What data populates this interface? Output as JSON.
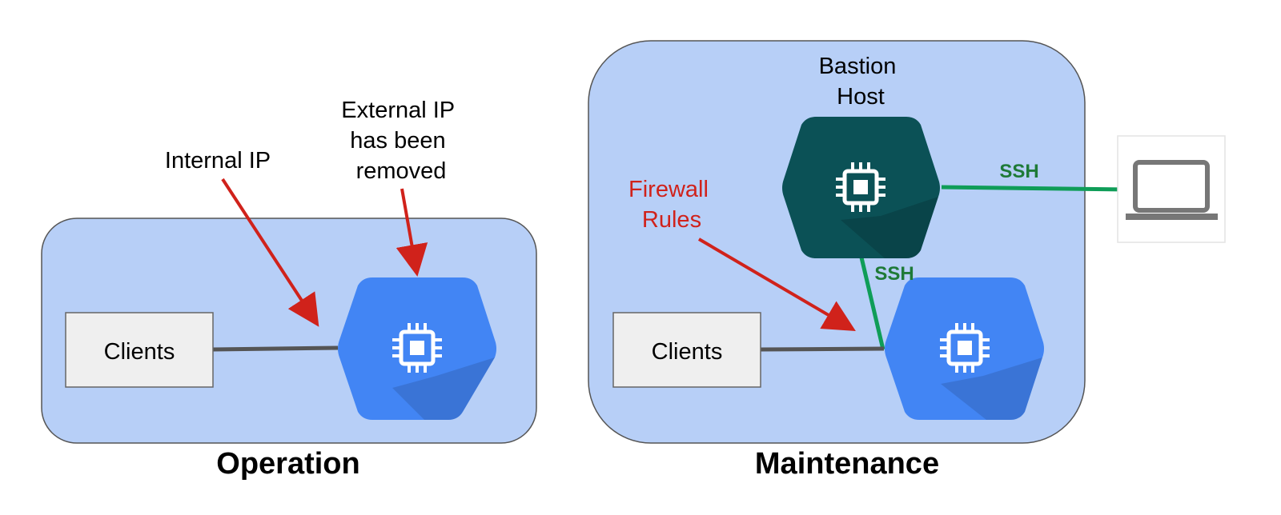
{
  "operation": {
    "title": "Operation",
    "clients_label": "Clients",
    "internal_ip_note": "Internal IP",
    "external_ip_note_lines": [
      "External IP",
      "has been",
      "removed"
    ]
  },
  "maintenance": {
    "title": "Maintenance",
    "clients_label": "Clients",
    "bastion_lines": [
      "Bastion",
      "Host"
    ],
    "firewall_lines": [
      "Firewall",
      "Rules"
    ],
    "ssh_to_laptop": "SSH",
    "ssh_to_vm": "SSH"
  },
  "colors": {
    "network_fill": "#b7cff7",
    "vm_hex": "#4285f4",
    "bastion_hex": "#0b5156",
    "arrow": "#d0221b",
    "ssh_line": "#0f9d58",
    "ssh_text": "#1e7a37",
    "firewall_text": "#d0221b",
    "client_box": "#efefef"
  },
  "icons": [
    "compute-engine-chip-icon",
    "laptop-icon"
  ]
}
